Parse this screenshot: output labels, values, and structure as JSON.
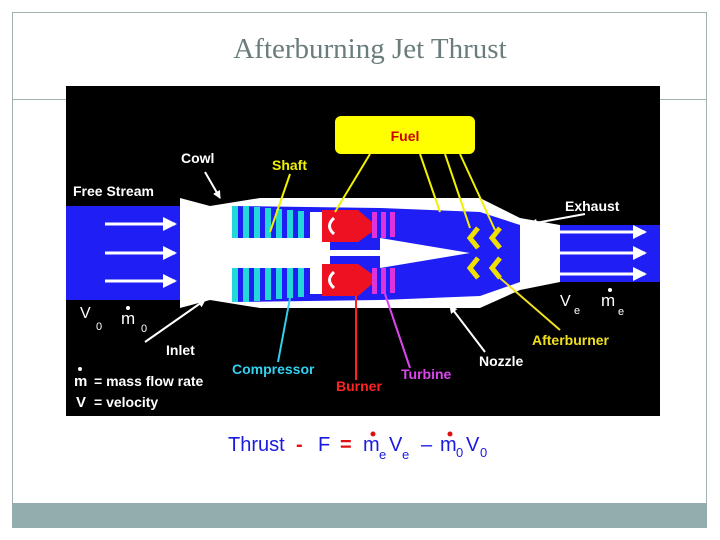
{
  "slide": {
    "title": "Afterburning Jet Thrust"
  },
  "diagram": {
    "labels": {
      "fuel": "Fuel",
      "cowl": "Cowl",
      "shaft": "Shaft",
      "free_stream": "Free Stream",
      "exhaust": "Exhaust",
      "v0_v": "V",
      "v0_sub": "0",
      "m0_m": "m",
      "m0_sub": "0",
      "ve_v": "V",
      "ve_sub": "e",
      "me_m": "m",
      "me_sub": "e",
      "inlet": "Inlet",
      "compressor": "Compressor",
      "burner": "Burner",
      "turbine": "Turbine",
      "nozzle": "Nozzle",
      "afterburner": "Afterburner"
    },
    "legend": {
      "mdot_sym": "m",
      "mdot_def": "=  mass flow rate",
      "v_sym": "V",
      "v_def": "=  velocity"
    },
    "equation": {
      "thrust": "Thrust",
      "dash": "-",
      "F": "F",
      "eq": "=",
      "m": "m",
      "e": "e",
      "V": "V",
      "minus": "–",
      "zero": "0"
    },
    "colors": {
      "background": "#000000",
      "flow": "#1f1ff5",
      "engine": "#ffffff",
      "compressor": "#22d8d8",
      "burner": "#ee1122",
      "turbine": "#dd33dd",
      "fuel_box": "#ffff00",
      "afterburner": "#f0e000",
      "compressor_label": "#33d0f0",
      "burner_label": "#ff2222",
      "turbine_label": "#dd44ee",
      "afterburner_label": "#f0e020",
      "shaft_label": "#f0f000",
      "equation": "#1a1ae0",
      "equation_red": "#e01010"
    }
  }
}
